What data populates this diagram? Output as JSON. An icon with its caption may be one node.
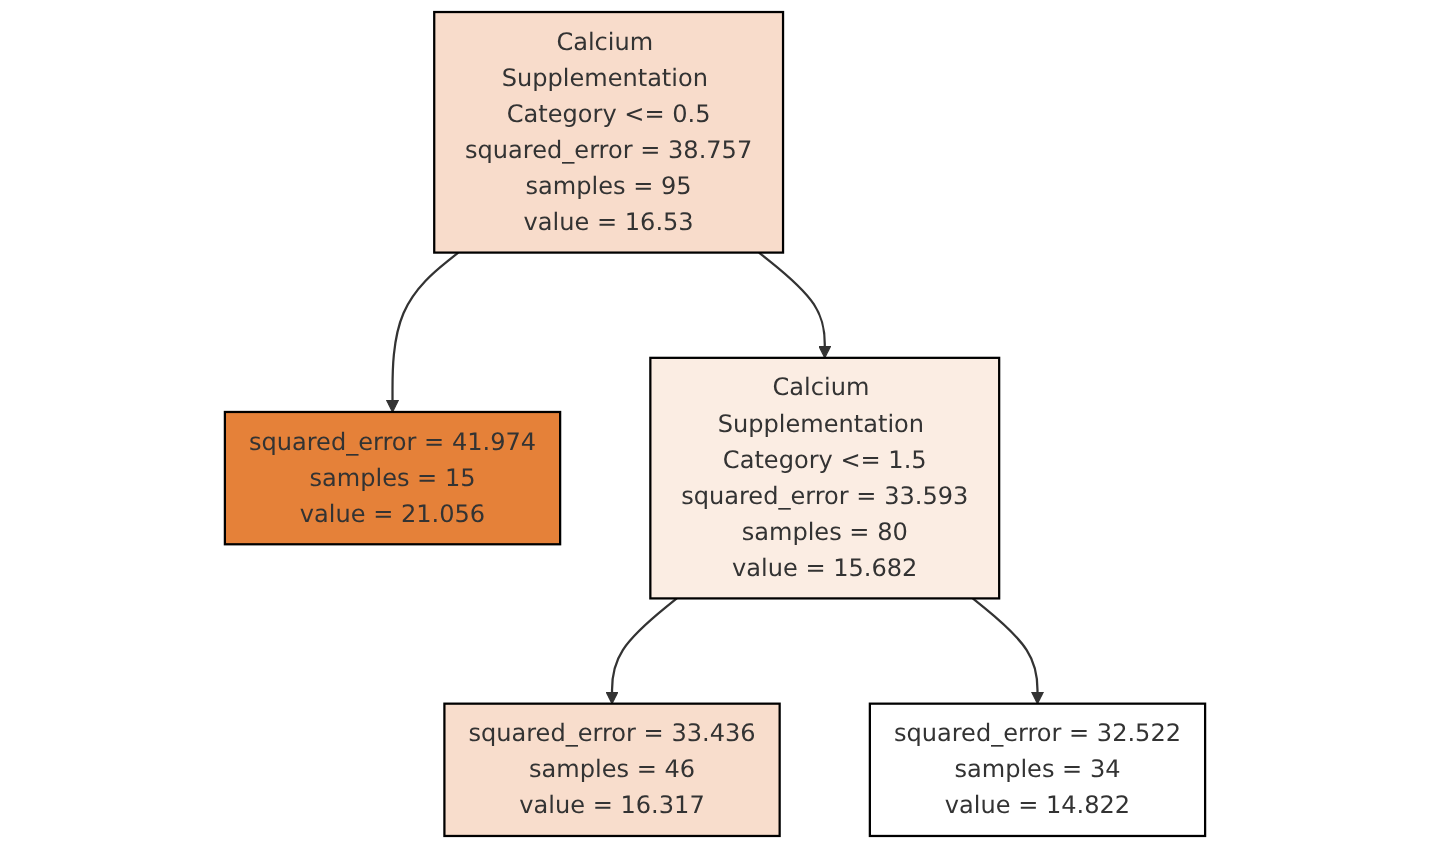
{
  "diagram": {
    "nodes": [
      {
        "text": [
          "Calcium Supplementation Category <= 0.5",
          "squared_error = 38.757",
          "samples = 95",
          "value = 16.53"
        ]
      },
      {
        "text": [
          "squared_error = 41.974",
          "samples = 15",
          "value = 21.056"
        ]
      },
      {
        "text": [
          "Calcium Supplementation Category <= 1.5",
          "squared_error = 33.593",
          "samples = 80",
          "value = 15.682"
        ]
      },
      {
        "text": [
          "squared_error = 33.436",
          "samples = 46",
          "value = 16.317"
        ]
      },
      {
        "text": [
          "squared_error = 32.522",
          "samples = 34",
          "value = 14.822"
        ]
      }
    ],
    "edges": [
      {
        "from": 0,
        "to": 1,
        "arrow": "to"
      },
      {
        "from": 0,
        "to": 2,
        "arrow": "to"
      },
      {
        "from": 2,
        "to": 3,
        "arrow": "to"
      },
      {
        "from": 2,
        "to": 4,
        "arrow": "to"
      }
    ]
  }
}
